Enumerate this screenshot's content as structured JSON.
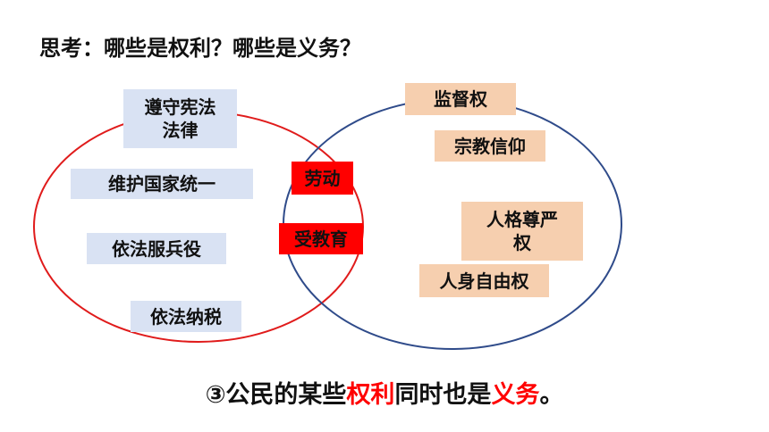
{
  "title": "思考：哪些是权利？哪些是义务？",
  "colors": {
    "left_circle": "#e01b1b",
    "right_circle": "#2f4b8a",
    "duty_box": "#d9e2f3",
    "right_box": "#f6cfaf",
    "both_box": "#ff0000",
    "highlight": "#ff0000"
  },
  "duties": [
    "遵守宪法\n法律",
    "维护国家统一",
    "依法服兵役",
    "依法纳税"
  ],
  "both": [
    "劳动",
    "受教育"
  ],
  "rights": [
    "监督权",
    "宗教信仰",
    "人格尊严\n权",
    "人身自由权"
  ],
  "conclusion": {
    "part1": "③公民的某些",
    "part2": "权利",
    "part3": "同时也是",
    "part4": "义务",
    "part5": "。"
  }
}
